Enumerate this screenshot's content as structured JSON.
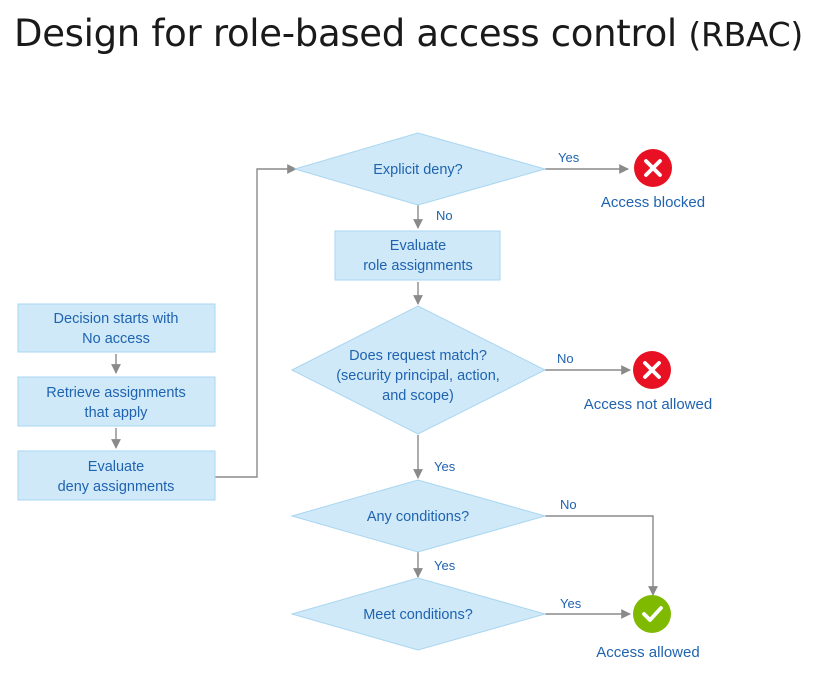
{
  "title": {
    "main": "Design for role-based access control",
    "suffix": "(RBAC)"
  },
  "colors": {
    "box_fill": "#cfe9f8",
    "box_stroke": "#a9d6f1",
    "text": "#1f63b0",
    "arrow": "#8a8a8a",
    "blocked": "#e81123",
    "allowed": "#7fba00"
  },
  "boxes": {
    "start": [
      "Decision starts with",
      "No access"
    ],
    "retrieve": [
      "Retrieve assignments",
      "that apply"
    ],
    "evaluate_deny": [
      "Evaluate",
      "deny assignments"
    ],
    "evaluate_role": [
      "Evaluate",
      "role assignments"
    ]
  },
  "decisions": {
    "explicit_deny": [
      "Explicit deny?"
    ],
    "request_match": [
      "Does request match?",
      "(security principal, action,",
      "and scope)"
    ],
    "any_conditions": [
      "Any conditions?"
    ],
    "meet_conditions": [
      "Meet conditions?"
    ]
  },
  "edge_labels": {
    "deny_yes": "Yes",
    "deny_no": "No",
    "match_no": "No",
    "match_yes": "Yes",
    "conditions_no": "No",
    "conditions_yes": "Yes",
    "meet_yes": "Yes"
  },
  "outcomes": {
    "blocked": {
      "label": "Access blocked",
      "icon": "x-circle-icon"
    },
    "not_allowed": {
      "label": "Access not allowed",
      "icon": "x-circle-icon"
    },
    "allowed": {
      "label": "Access allowed",
      "icon": "check-circle-icon"
    }
  }
}
